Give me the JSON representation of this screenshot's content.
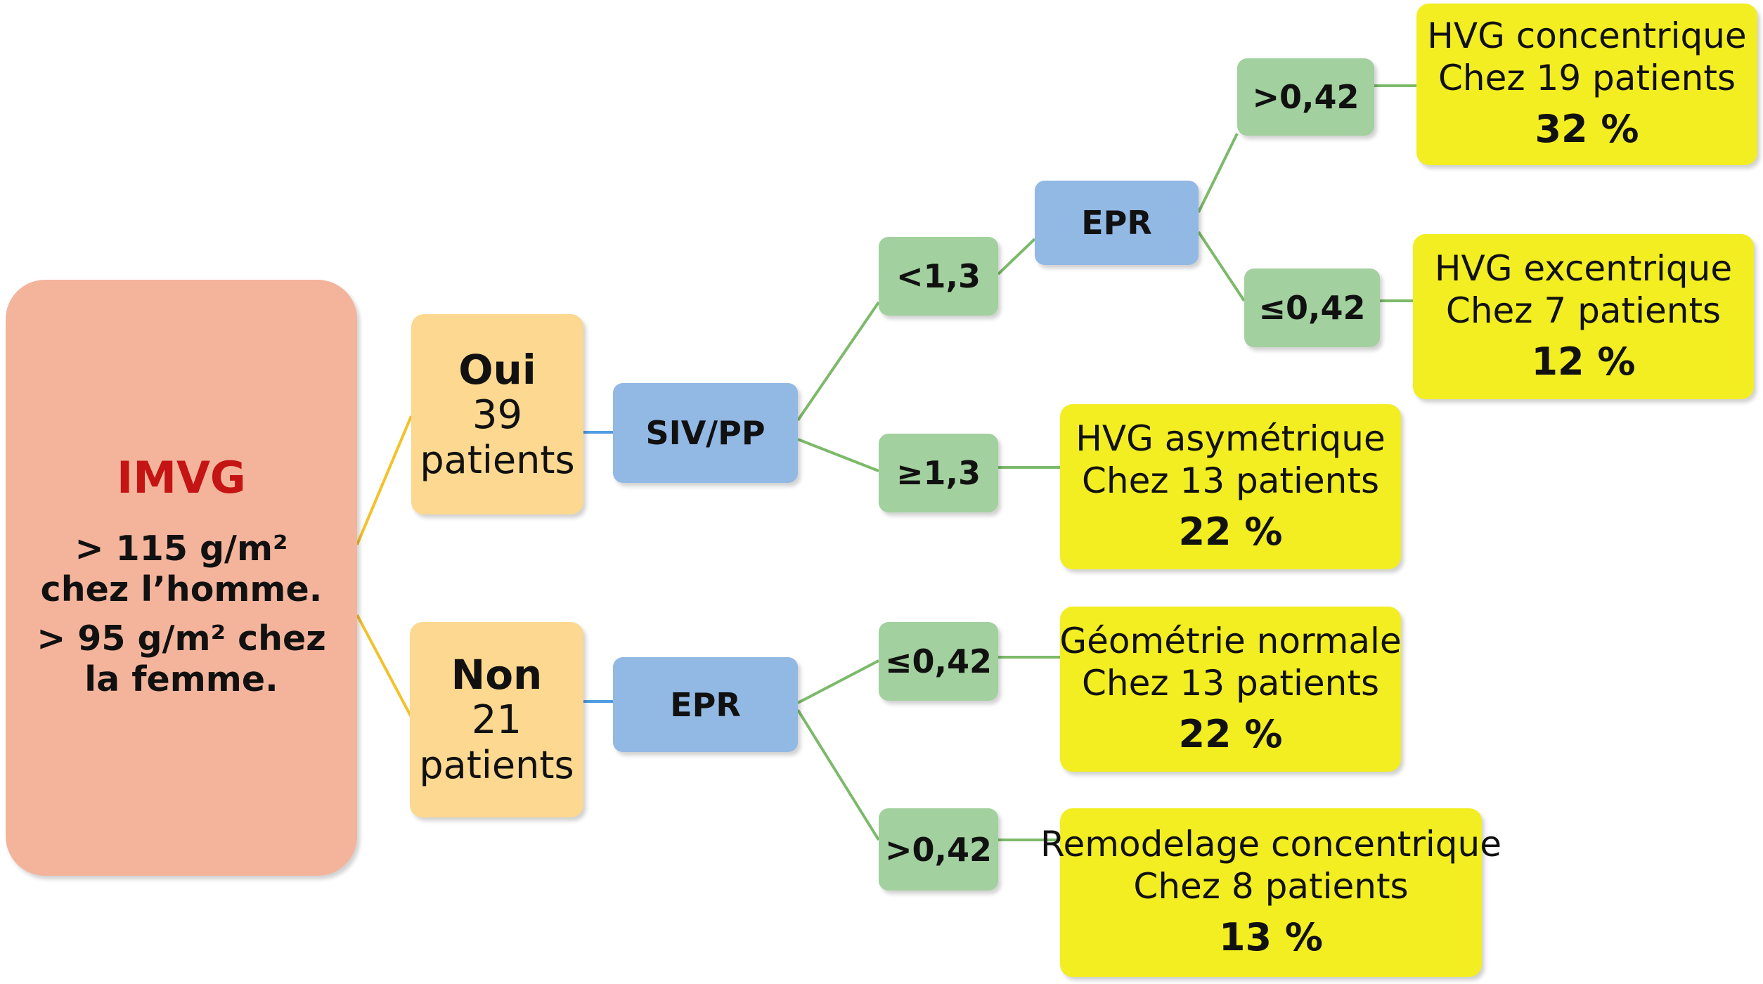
{
  "root": {
    "title": "IMVG",
    "criterion_men": "> 115 g/m² chez l’homme.",
    "criterion_women": "> 95 g/m² chez la femme."
  },
  "branches": {
    "oui": {
      "head": "Oui",
      "count": "39",
      "unit": "patients"
    },
    "non": {
      "head": "Non",
      "count": "21",
      "unit": "patients"
    }
  },
  "params": {
    "siv_pp": "SIV/PP",
    "epr_oui": "EPR",
    "epr_non": "EPR"
  },
  "conditions": {
    "lt_1_3": "<1,3",
    "ge_1_3": "≥1,3",
    "gt_042_top": ">0,42",
    "le_042_top": "≤0,42",
    "le_042_non": "≤0,42",
    "gt_042_non": ">0,42"
  },
  "results": {
    "hvg_concentrique": {
      "label": "HVG concentrique",
      "patients": "Chez 19 patients",
      "percent": "32 %"
    },
    "hvg_excentrique": {
      "label": "HVG excentrique",
      "patients": "Chez 7 patients",
      "percent": "12 %"
    },
    "hvg_asymetrique": {
      "label": "HVG asymétrique",
      "patients": "Chez 13 patients",
      "percent": "22 %"
    },
    "geometrie_normale": {
      "label": "Géométrie normale",
      "patients": "Chez 13 patients",
      "percent": "22 %"
    },
    "remodelage_concentrique": {
      "label": "Remodelage concentrique",
      "patients": "Chez 8 patients",
      "percent": "13 %"
    }
  },
  "colors": {
    "root_fill": "#f4b49c",
    "root_title": "#c41414",
    "branch_fill": "#fcd890",
    "param_fill": "#92b8e4",
    "condition_fill": "#a2d09e",
    "result_fill": "#f2ee22",
    "yellow_link": "#f3c12a",
    "blue_link": "#4f9ce0",
    "green_link": "#7cba6a"
  }
}
